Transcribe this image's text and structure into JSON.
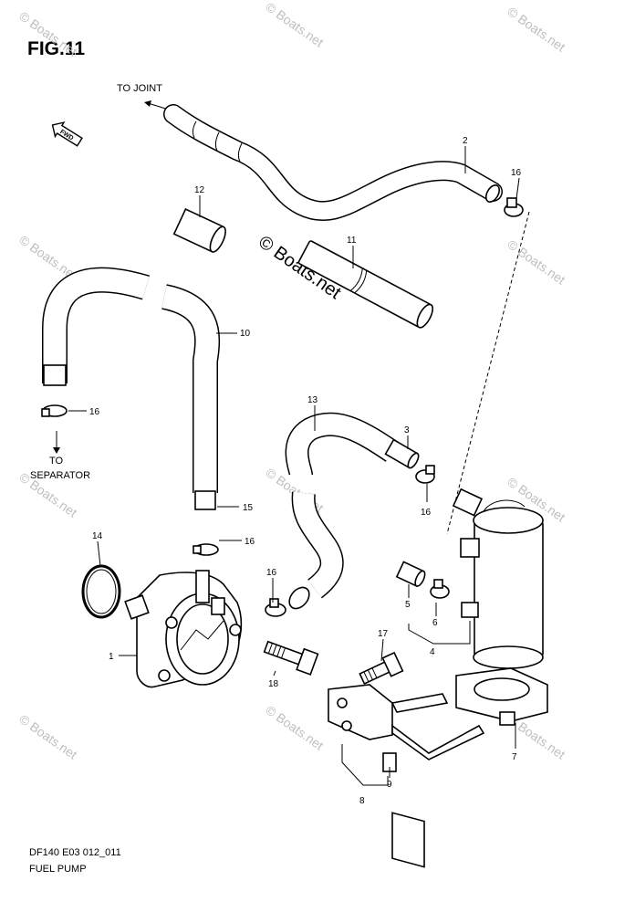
{
  "figure": {
    "title": "FIG.11",
    "model_code": "DF140 E03 012_011",
    "caption": "FUEL PUMP"
  },
  "annotations": {
    "to_joint": "TO JOINT",
    "to_separator_line1": "TO",
    "to_separator_line2": "SEPARATOR",
    "fwd": "FWD"
  },
  "watermark": {
    "center": "© Boats.net",
    "tile": "© Boats.net"
  },
  "callouts": [
    "1",
    "2",
    "3",
    "4",
    "5",
    "6",
    "7",
    "8",
    "9",
    "10",
    "11",
    "12",
    "13",
    "14",
    "15",
    "16",
    "17",
    "18"
  ],
  "callout_16": "16"
}
